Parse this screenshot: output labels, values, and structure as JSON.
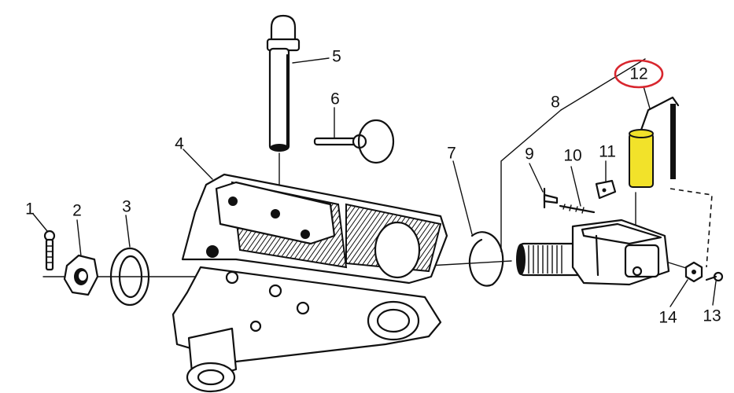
{
  "callouts": [
    {
      "id": "1",
      "text": "1"
    },
    {
      "id": "2",
      "text": "2"
    },
    {
      "id": "3",
      "text": "3"
    },
    {
      "id": "4",
      "text": "4"
    },
    {
      "id": "5",
      "text": "5"
    },
    {
      "id": "6",
      "text": "6"
    },
    {
      "id": "7",
      "text": "7"
    },
    {
      "id": "8",
      "text": "8"
    },
    {
      "id": "9",
      "text": "9"
    },
    {
      "id": "10",
      "text": "10"
    },
    {
      "id": "11",
      "text": "11"
    },
    {
      "id": "12",
      "text": "12"
    },
    {
      "id": "13",
      "text": "13"
    },
    {
      "id": "14",
      "text": "14"
    }
  ],
  "highlight": {
    "part": "12",
    "part_color": "#f2e22a",
    "circle_color": "#d8262e"
  }
}
